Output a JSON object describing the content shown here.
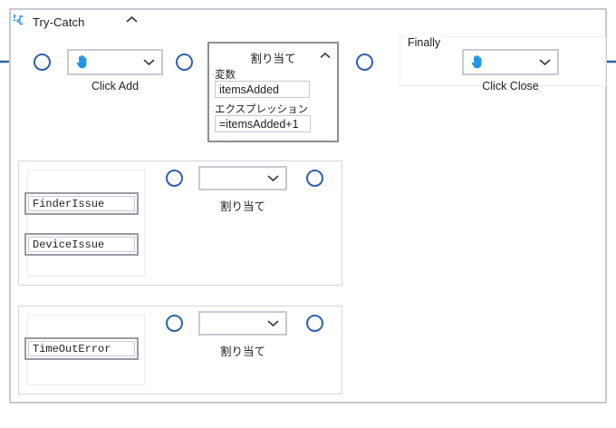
{
  "workflow": {
    "title": "Try-Catch",
    "icon": "try-catch-branch-icon",
    "collapse_icon": "chevron-up-icon",
    "accent_color": "#2d62a8",
    "border_color": "#c9c9d4",
    "hand_icon_color": "#2196e8"
  },
  "try_branch": {
    "click_add": {
      "icon": "hand-click-icon",
      "dropdown_icon": "chevron-down-icon",
      "label": "Click Add",
      "value": ""
    },
    "assign": {
      "title": "割り当て",
      "collapse_icon": "chevron-up-icon",
      "variable_label": "変数",
      "variable_value": "itemsAdded",
      "expression_label": "エクスプレッション",
      "expression_value": "=itemsAdded+1"
    }
  },
  "finally_branch": {
    "label": "Finally",
    "click_close": {
      "icon": "hand-click-icon",
      "dropdown_icon": "chevron-down-icon",
      "label": "Click Close",
      "value": ""
    }
  },
  "catch_blocks": [
    {
      "exceptions": [
        "FinderIssue",
        "DeviceIssue"
      ],
      "action": {
        "value": "",
        "dropdown_icon": "chevron-down-icon",
        "label": "割り当て"
      }
    },
    {
      "exceptions": [
        "TimeOutError"
      ],
      "action": {
        "value": "",
        "dropdown_icon": "chevron-down-icon",
        "label": "割り当て"
      }
    }
  ]
}
